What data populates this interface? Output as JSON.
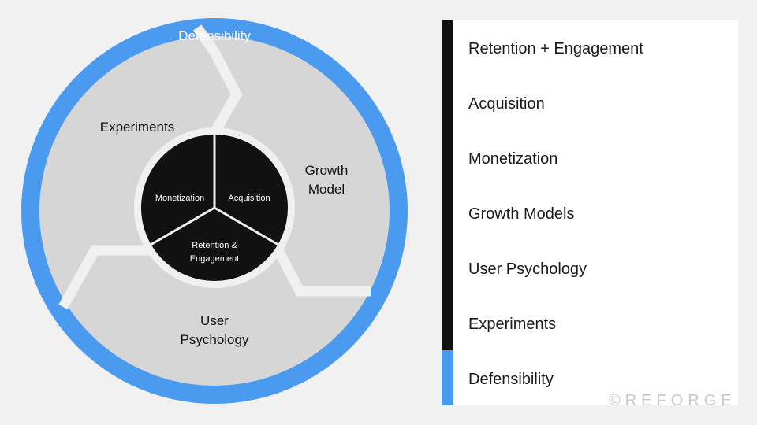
{
  "diagram": {
    "outer_ring_label": "Defensibility",
    "segments": {
      "experiments": "Experiments",
      "growth_model_line1": "Growth",
      "growth_model_line2": "Model",
      "user_psychology_line1": "User",
      "user_psychology_line2": "Psychology"
    },
    "core": {
      "monetization": "Monetization",
      "acquisition": "Acquisition",
      "retention_line1": "Retention &",
      "retention_line2": "Engagement"
    },
    "colors": {
      "ring": "#4a9bf0",
      "segments": "#d6d6d6",
      "divider": "#f0f0f0",
      "core": "#111111"
    }
  },
  "legend": {
    "items": [
      "Retention + Engagement",
      "Acquisition",
      "Monetization",
      "Growth Models",
      "User Psychology",
      "Experiments",
      "Defensibility"
    ],
    "bar_colors": {
      "core": "#111111",
      "outer": "#4a9bf0"
    }
  },
  "watermark": "©REFORGE"
}
